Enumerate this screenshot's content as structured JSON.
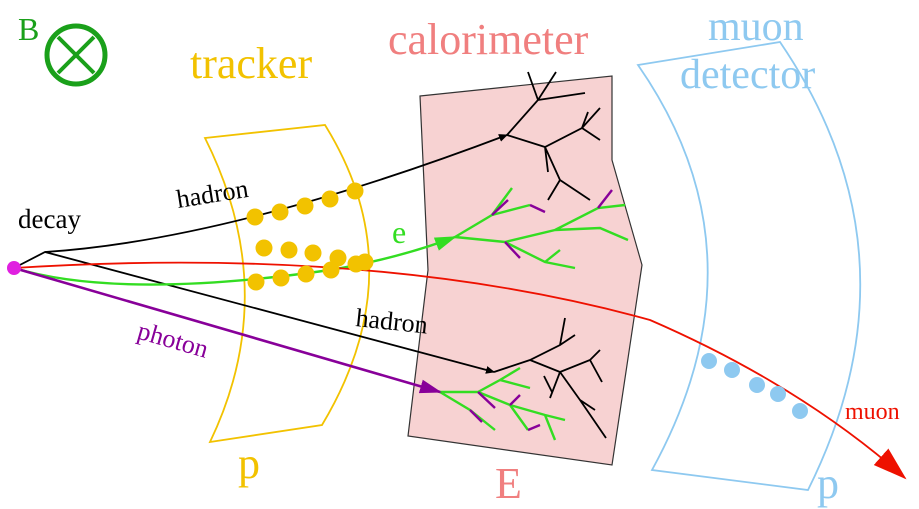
{
  "labels": {
    "field": "B",
    "tracker": "tracker",
    "calorimeter": "calorimeter",
    "muon_line1": "muon",
    "muon_line2": "detector",
    "decay": "decay",
    "hadron_top": "hadron",
    "hadron_bottom": "hadron",
    "electron": "e",
    "photon": "photon",
    "muon_particle": "muon",
    "tracker_measure": "p",
    "calorimeter_measure": "E",
    "muon_measure": "p"
  },
  "colors": {
    "field": "#1aa01a",
    "tracker": "#f2c200",
    "calorimeter_fill": "#f7d2d2",
    "calorimeter_text": "#f07f7f",
    "muon_detector": "#8ec9f0",
    "hadron": "#000000",
    "electron": "#33dd22",
    "photon": "#880099",
    "muon": "#ee1100",
    "vertex": "#e020e0",
    "tracker_hit": "#f2c200",
    "muon_hit": "#8ec9f0"
  },
  "icons": {
    "field_symbol": "circled-cross-icon"
  }
}
